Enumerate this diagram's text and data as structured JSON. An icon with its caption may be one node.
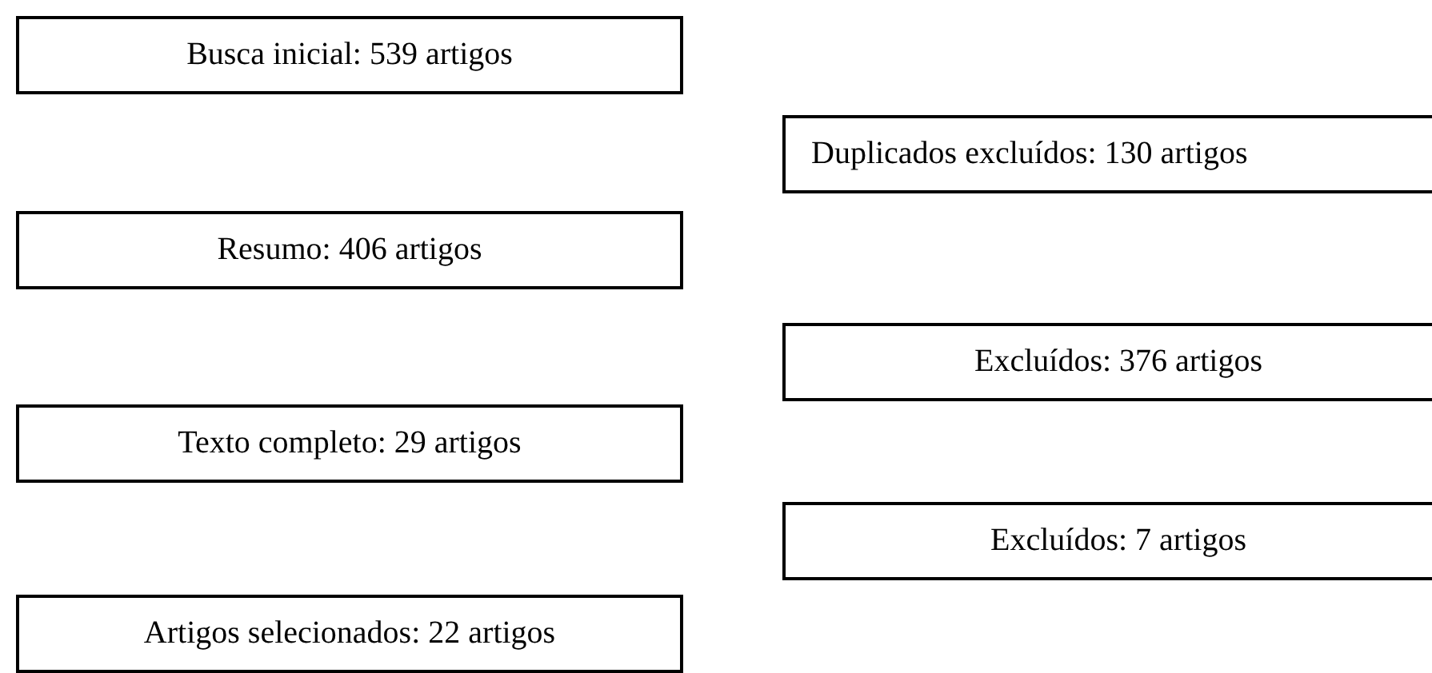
{
  "diagram": {
    "nodes": [
      {
        "text": [
          "Busca inicial: 539 artigos"
        ]
      },
      {
        "text": [
          "Duplicados excluídos: 130 artigos"
        ]
      },
      {
        "text": [
          "Resumo: 406 artigos"
        ]
      },
      {
        "text": [
          "Excluídos: 376 artigos"
        ]
      },
      {
        "text": [
          "Texto completo: 29 artigos"
        ]
      },
      {
        "text": [
          "Excluídos: 7 artigos"
        ]
      },
      {
        "text": [
          "Artigos selecionados: 22 artigos"
        ]
      }
    ]
  }
}
